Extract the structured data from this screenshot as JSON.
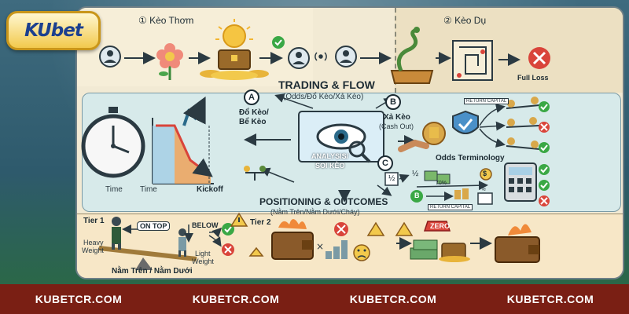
{
  "brand": {
    "logo": "KUbet"
  },
  "top_left": {
    "title": "① Kèo Thơm"
  },
  "top_right": {
    "title": "② Kèo Dụ",
    "outcome": "Full Loss"
  },
  "trading": {
    "title": "TRADING & FLOW",
    "subtitle": "(Odds/Đổ Kèo/Xả Kèo)"
  },
  "section_a": {
    "letter": "A",
    "label_line1": "Đổ Kèo/",
    "label_line2": "Bể Kèo",
    "time_labels": [
      "Time",
      "Time"
    ],
    "kickoff": "Kickoff"
  },
  "analysis": {
    "line1": "ANALYSIS/",
    "line2": "SOI KÈO"
  },
  "section_b": {
    "letter": "B",
    "label_line1": "Xả Kèo",
    "label_line2": "(Cash Out)",
    "return_capital": "RETURN CAPITAL"
  },
  "section_c": {
    "letter": "C",
    "title": "Odds Terminology",
    "fraction": "½",
    "fraction2": "½",
    "percent": "70%",
    "approx": "≈",
    "return_capital": "RETURN CAPITAL",
    "coin_symbol": "$",
    "b_symbol": "B"
  },
  "positioning": {
    "title": "POSITIONING & OUTCOMES",
    "subtitle": "(Nằm Trên/Nằm Dưới/Cháy)"
  },
  "tier1": {
    "label": "Tier 1",
    "on_top": "ON TOP",
    "below": "BELOW",
    "heavy": [
      "Heavy",
      "Weight"
    ],
    "light": [
      "Light",
      "Weight"
    ],
    "caption": "Nằm Trên / Nằm Dưới"
  },
  "tier2": {
    "label": "Tier 2",
    "zero": "ZERO"
  },
  "footer": {
    "items": [
      "KUBETCR.COM",
      "KUBETCR.COM",
      "KUBETCR.COM",
      "KUBETCR.COM"
    ]
  },
  "colors": {
    "footer": "#7a1f14",
    "accent": "#f2c94c",
    "loss": "#d9443a",
    "win": "#3aa845"
  }
}
